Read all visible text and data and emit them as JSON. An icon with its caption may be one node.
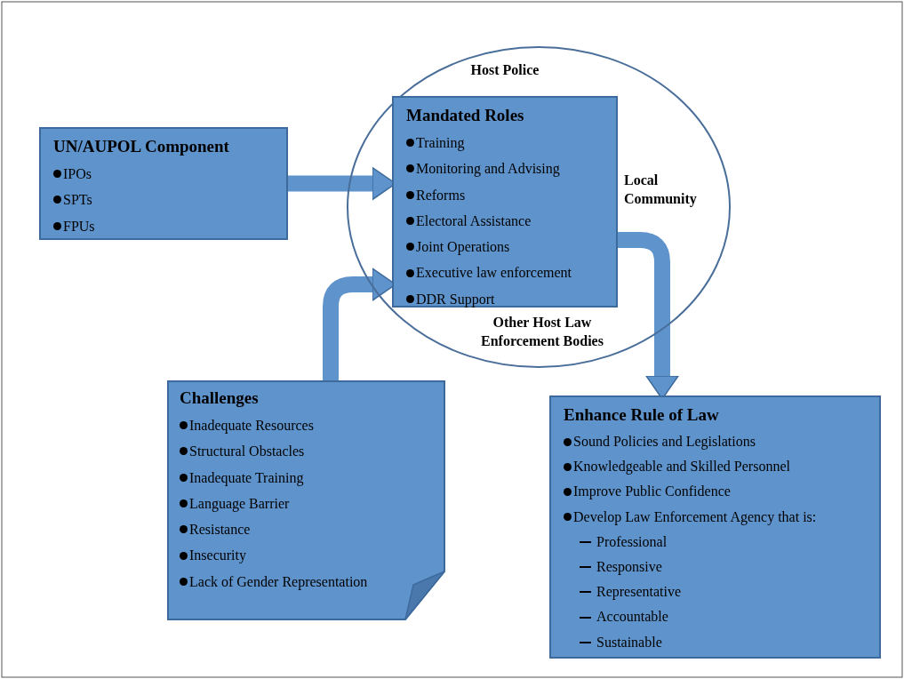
{
  "diagram": {
    "nodes": [
      {
        "text": [
          "Host Police",
          "Local Community",
          "Other Host Law Enforcement Bodies"
        ]
      },
      {
        "text": [
          "Mandated Roles",
          "Training",
          "Monitoring and Advising",
          "Reforms",
          "Electoral Assistance",
          "Joint Operations",
          "Executive law enforcement",
          "DDR Support"
        ],
        "in": 0
      },
      {
        "text": [
          "UN/AUPOL Component",
          "IPOs",
          "SPTs",
          "FPUs"
        ]
      },
      {
        "text": [
          "Challenges",
          "Inadequate Resources",
          "Structural Obstacles",
          "Inadequate Training",
          "Language Barrier",
          "Resistance",
          "Insecurity",
          "Lack of Gender Representation"
        ]
      },
      {
        "text": [
          "Enhance Rule of Law",
          "Sound Policies and Legislations",
          "Knowledgeable and Skilled Personnel",
          "Improve Public Confidence",
          "Develop Law Enforcement Agency that is:",
          "Professional",
          "Responsive",
          "Representative",
          "Accountable",
          "Sustainable"
        ]
      }
    ],
    "edges": [
      {
        "from": 2,
        "to": 1,
        "arrow": "to"
      },
      {
        "from": 3,
        "to": 1,
        "arrow": "to"
      },
      {
        "from": 1,
        "to": 4,
        "arrow": "to"
      }
    ]
  }
}
